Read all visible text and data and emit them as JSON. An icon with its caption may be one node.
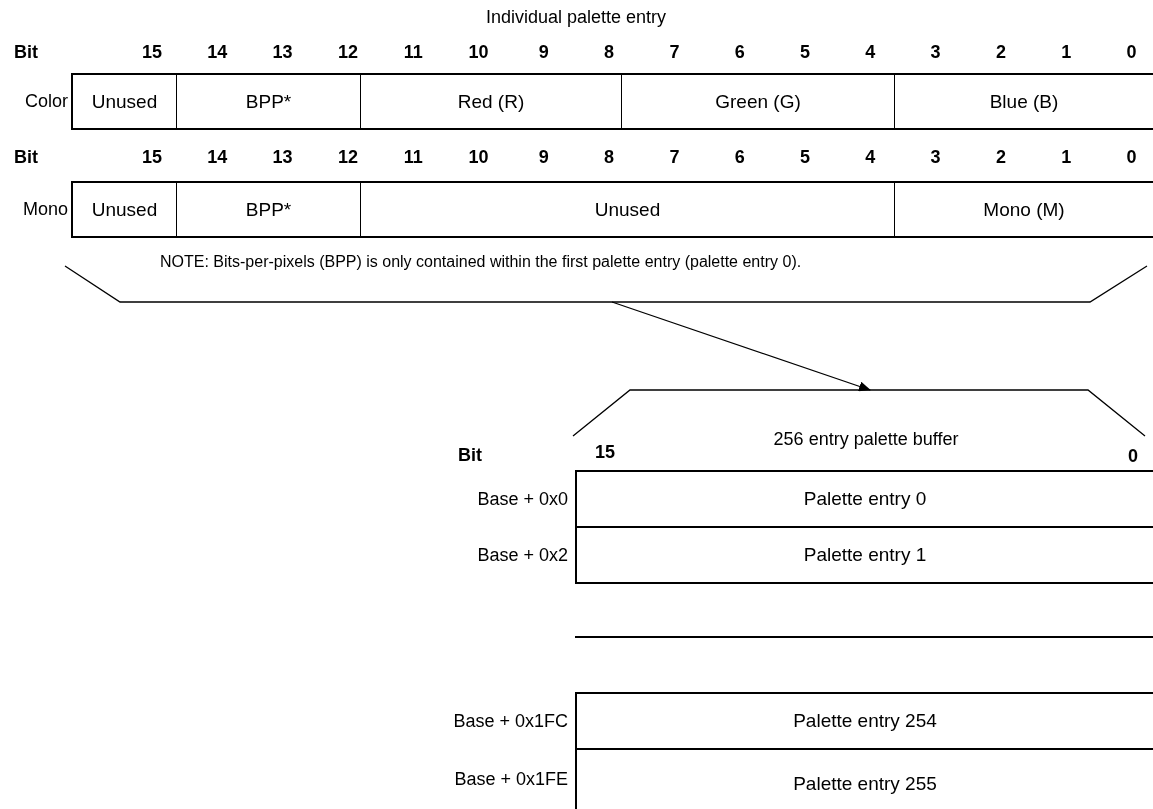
{
  "diagram": {
    "nodes": [
      {
        "text": [
          "Unused"
        ]
      },
      {
        "text": [
          "BPP*"
        ]
      },
      {
        "text": [
          "Red (R)"
        ]
      },
      {
        "text": [
          "Green (G)"
        ]
      },
      {
        "text": [
          "Blue (B)"
        ]
      },
      {
        "text": [
          "Unused"
        ]
      },
      {
        "text": [
          "BPP*"
        ]
      },
      {
        "text": [
          "Unused"
        ]
      },
      {
        "text": [
          "Mono (M)"
        ]
      },
      {
        "text": [],
        "shape": "bracket"
      },
      {
        "text": [],
        "shape": "bracket"
      },
      {
        "text": [
          "Palette entry 0"
        ]
      },
      {
        "text": [
          "Palette entry 1"
        ]
      },
      {
        "text": [
          "Palette entry 254"
        ]
      },
      {
        "text": [
          "Palette entry 255"
        ]
      }
    ],
    "edges": [
      {
        "from": 9,
        "to": 10,
        "arrow": "to"
      }
    ],
    "labels": [
      "Individual palette entry",
      "Bit",
      "15",
      "14",
      "13",
      "12",
      "11",
      "10",
      "9",
      "8",
      "7",
      "6",
      "5",
      "4",
      "3",
      "2",
      "1",
      "0",
      "Color",
      "Bit",
      "15",
      "14",
      "13",
      "12",
      "11",
      "10",
      "9",
      "8",
      "7",
      "6",
      "5",
      "4",
      "3",
      "2",
      "1",
      "0",
      "Mono",
      "NOTE: Bits-per-pixels (BPP) is only contained within the first palette entry (palette entry 0).",
      "256 entry palette buffer",
      "Bit",
      "15",
      "0",
      "Base + 0x0",
      "Base + 0x2",
      "Base + 0x1FC",
      "Base + 0x1FE"
    ]
  }
}
